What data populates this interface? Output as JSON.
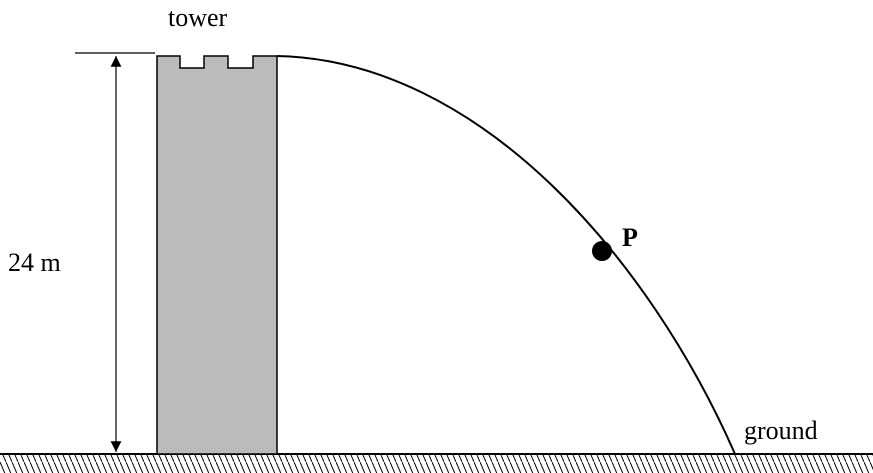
{
  "labels": {
    "tower": "tower",
    "height": "24 m",
    "point": "P",
    "ground": "ground"
  },
  "colors": {
    "tower_fill": "#bbbbbb",
    "stroke": "#000000",
    "background": "#ffffff"
  }
}
